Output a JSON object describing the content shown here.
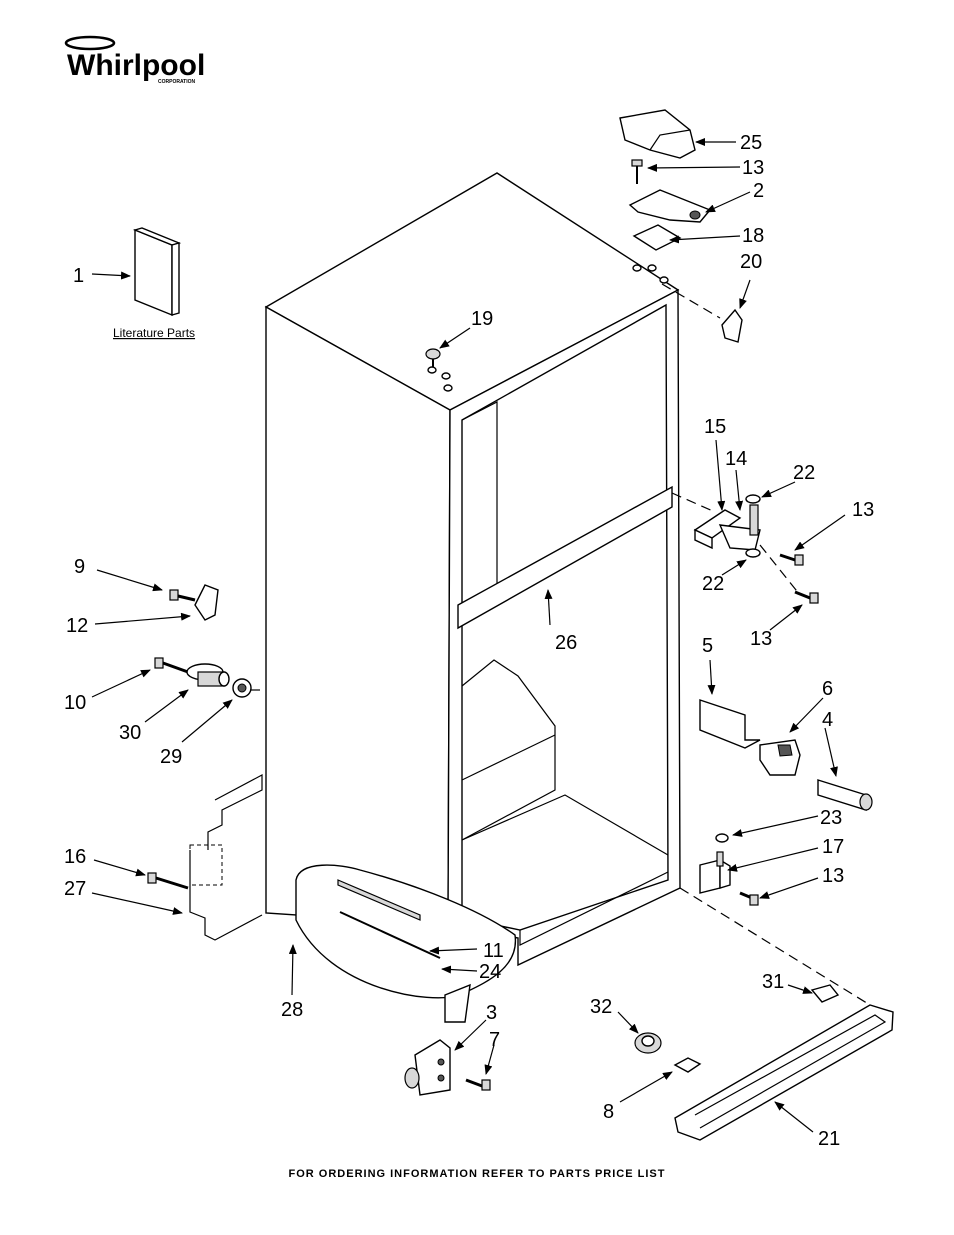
{
  "brand": {
    "name": "Whirlpool",
    "sub": "CORPORATION"
  },
  "literature_label": "Literature Parts",
  "footer": "FOR ORDERING INFORMATION REFER TO PARTS PRICE LIST",
  "callouts": {
    "c1": "1",
    "c2": "2",
    "c3": "3",
    "c4": "4",
    "c5": "5",
    "c6": "6",
    "c7": "7",
    "c8": "8",
    "c9": "9",
    "c10": "10",
    "c11": "11",
    "c12": "12",
    "c13a": "13",
    "c13b": "13",
    "c13c": "13",
    "c13d": "13",
    "c14": "14",
    "c15": "15",
    "c16": "16",
    "c17": "17",
    "c18": "18",
    "c19": "19",
    "c20": "20",
    "c21": "21",
    "c22a": "22",
    "c22b": "22",
    "c23": "23",
    "c24": "24",
    "c25": "25",
    "c26": "26",
    "c27": "27",
    "c28": "28",
    "c29": "29",
    "c30": "30",
    "c31": "31",
    "c32": "32"
  }
}
